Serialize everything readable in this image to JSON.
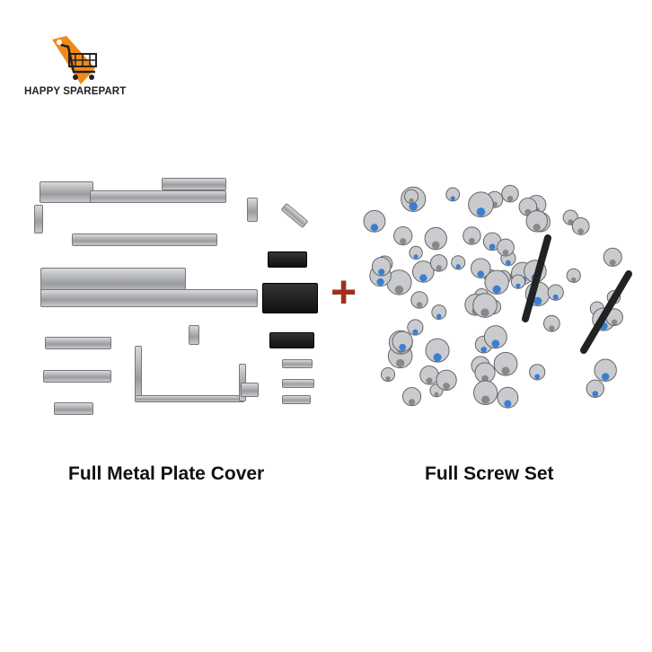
{
  "brand": {
    "name": "HAPPY SPAREPART",
    "tag_color": "#f28a1a"
  },
  "products": [
    {
      "caption": "Full Metal Plate Cover"
    },
    {
      "caption": "Full Screw Set"
    }
  ],
  "plus_sign": "+",
  "colors": {
    "plus": "#a0301c",
    "screw_accent": "#3a7fd0"
  }
}
